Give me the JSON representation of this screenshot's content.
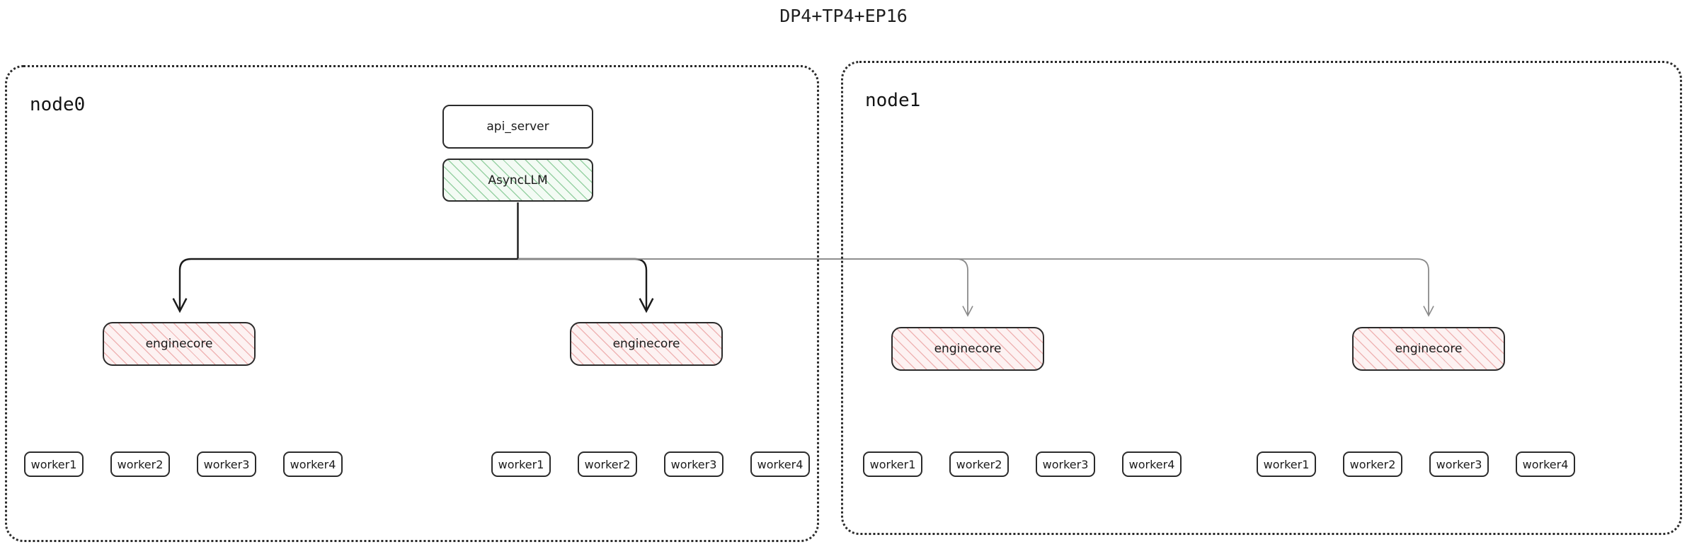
{
  "title": "DP4+TP4+EP16",
  "colors": {
    "stroke": "#2b2b2b",
    "local_edge": "#1b1b1b",
    "remote_edge": "#8a8a8a",
    "asyncllm_hatch": "#4daf63",
    "enginecore_hatch": "#de6a6a",
    "background": "#ffffff"
  },
  "nodes": [
    {
      "id": "node0",
      "label": "node0",
      "top_boxes": [
        {
          "id": "api_server",
          "label": "api_server",
          "style": "plain"
        },
        {
          "id": "async_llm",
          "label": "AsyncLLM",
          "style": "hatched-green"
        }
      ],
      "enginecores": [
        {
          "id": "enginecore-0",
          "label": "enginecore",
          "style": "hatched-red",
          "workers": [
            "worker1",
            "worker2",
            "worker3",
            "worker4"
          ]
        },
        {
          "id": "enginecore-1",
          "label": "enginecore",
          "style": "hatched-red",
          "workers": [
            "worker1",
            "worker2",
            "worker3",
            "worker4"
          ]
        }
      ]
    },
    {
      "id": "node1",
      "label": "node1",
      "top_boxes": [],
      "enginecores": [
        {
          "id": "enginecore-2",
          "label": "enginecore",
          "style": "hatched-red",
          "workers": [
            "worker1",
            "worker2",
            "worker3",
            "worker4"
          ]
        },
        {
          "id": "enginecore-3",
          "label": "enginecore",
          "style": "hatched-red",
          "workers": [
            "worker1",
            "worker2",
            "worker3",
            "worker4"
          ]
        }
      ]
    }
  ],
  "edges": [
    {
      "from": "async_llm",
      "to": "enginecore-0",
      "kind": "local",
      "arrow": true
    },
    {
      "from": "async_llm",
      "to": "enginecore-1",
      "kind": "local",
      "arrow": true
    },
    {
      "from": "async_llm",
      "to": "enginecore-2",
      "kind": "remote",
      "arrow": true
    },
    {
      "from": "async_llm",
      "to": "enginecore-3",
      "kind": "remote",
      "arrow": true
    }
  ]
}
